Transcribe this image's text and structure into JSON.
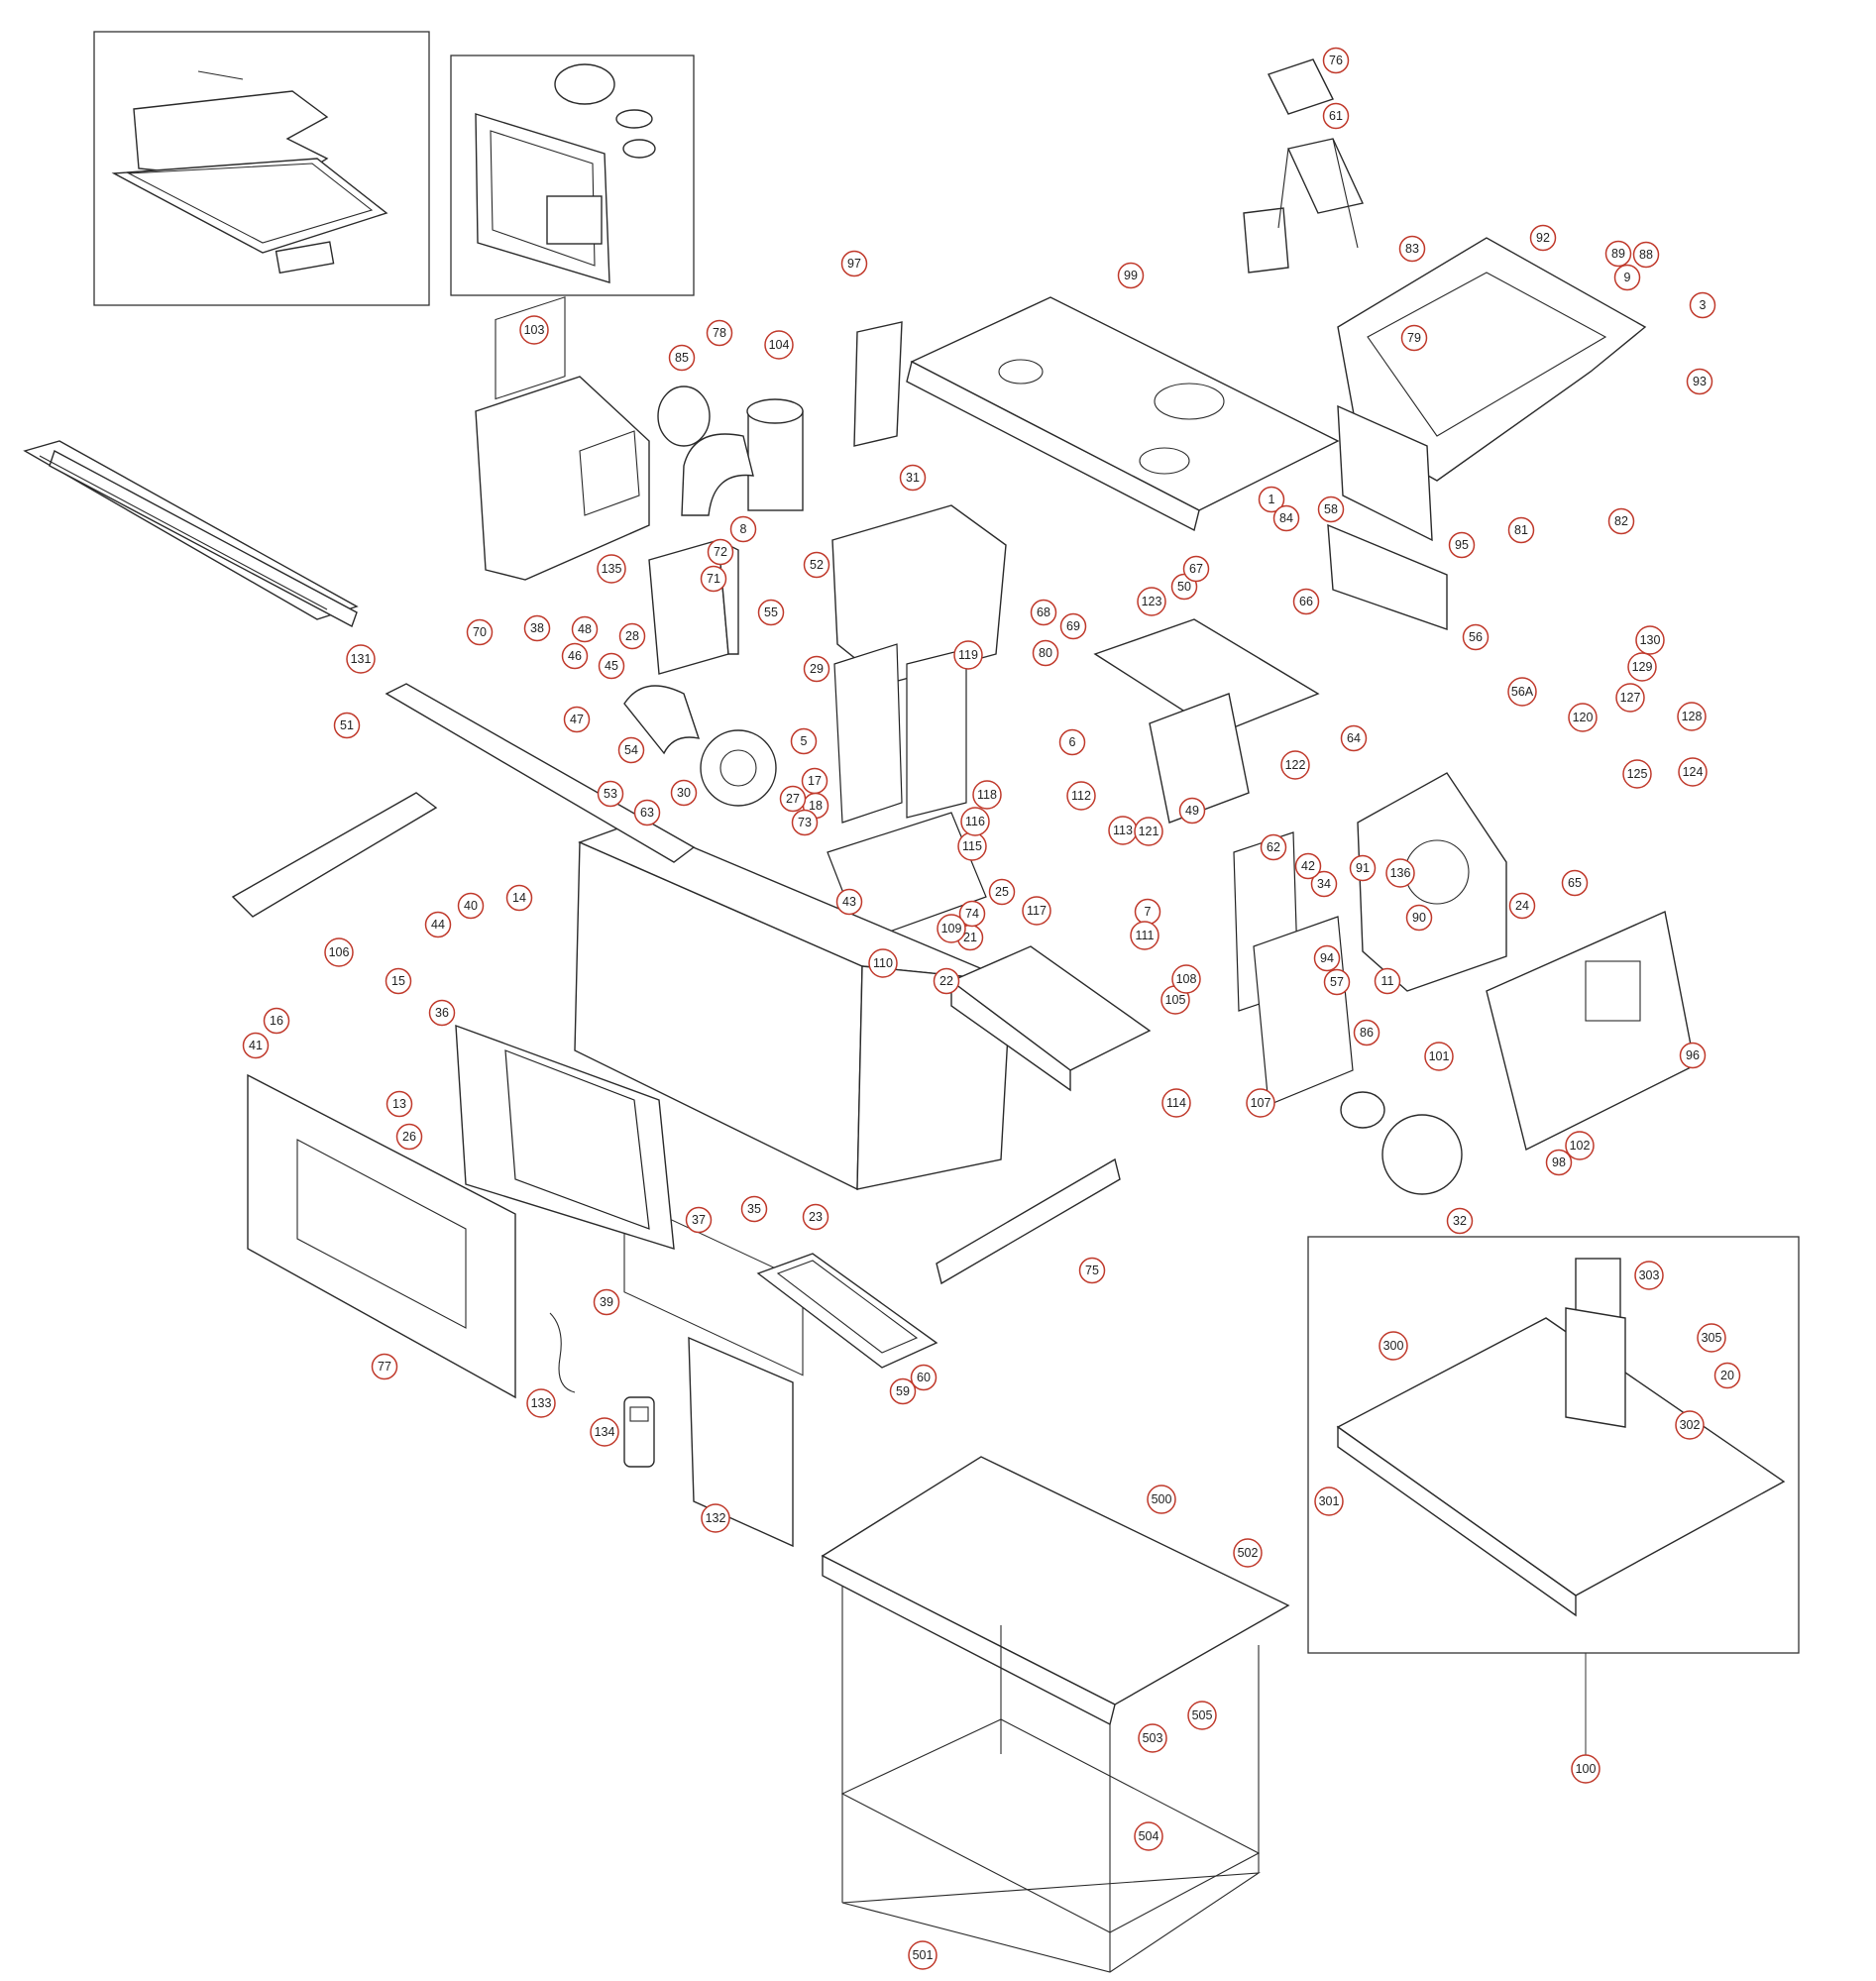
{
  "diagram": {
    "style": {
      "callout_ring_color": "#c0392b",
      "line_color": "#2a2a2a",
      "background": "#ffffff"
    },
    "callouts": [
      "1",
      "3",
      "5",
      "6",
      "7",
      "8",
      "9",
      "11",
      "13",
      "14",
      "15",
      "16",
      "17",
      "18",
      "20",
      "21",
      "22",
      "23",
      "24",
      "25",
      "26",
      "27",
      "28",
      "29",
      "30",
      "31",
      "32",
      "34",
      "35",
      "36",
      "37",
      "38",
      "39",
      "40",
      "41",
      "42",
      "43",
      "44",
      "45",
      "46",
      "47",
      "48",
      "49",
      "50",
      "51",
      "52",
      "53",
      "54",
      "55",
      "56",
      "56A",
      "57",
      "58",
      "59",
      "60",
      "61",
      "62",
      "63",
      "64",
      "65",
      "66",
      "67",
      "68",
      "69",
      "70",
      "71",
      "72",
      "73",
      "74",
      "75",
      "76",
      "77",
      "78",
      "79",
      "80",
      "81",
      "82",
      "83",
      "84",
      "85",
      "86",
      "88",
      "89",
      "90",
      "91",
      "92",
      "93",
      "94",
      "95",
      "96",
      "97",
      "98",
      "99",
      "100",
      "101",
      "102",
      "103",
      "104",
      "105",
      "106",
      "107",
      "108",
      "109",
      "110",
      "111",
      "112",
      "113",
      "114",
      "115",
      "116",
      "117",
      "118",
      "119",
      "120",
      "121",
      "122",
      "123",
      "124",
      "125",
      "127",
      "128",
      "129",
      "130",
      "131",
      "132",
      "133",
      "134",
      "135",
      "136",
      "300",
      "301",
      "302",
      "303",
      "305",
      "500",
      "501",
      "502",
      "503",
      "504",
      "505"
    ]
  }
}
